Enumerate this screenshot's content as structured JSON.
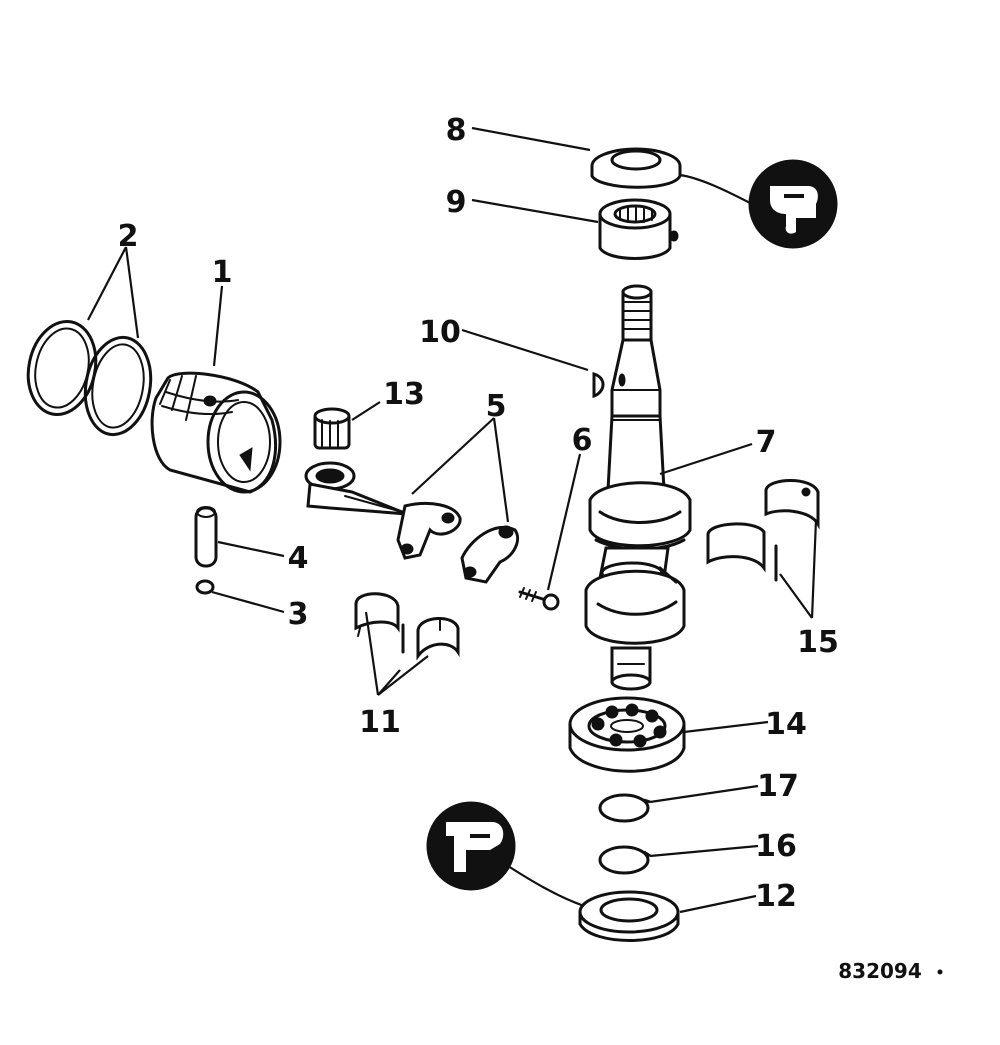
{
  "figure_number": "832094",
  "callouts": {
    "c1": "1",
    "c2": "2",
    "c3": "3",
    "c4": "4",
    "c5": "5",
    "c6": "6",
    "c7": "7",
    "c8": "8",
    "c9": "9",
    "c10": "10",
    "c11": "11",
    "c12": "12",
    "c13": "13",
    "c14": "14",
    "c15": "15",
    "c16": "16",
    "c17": "17"
  },
  "icons": {
    "upper_lube_symbol": "sealer-tube-icon",
    "lower_lube_symbol": "sealer-tube-icon"
  }
}
